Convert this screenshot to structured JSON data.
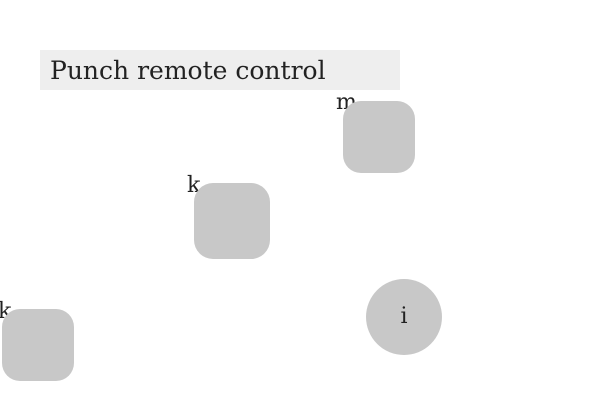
{
  "title": "Punch remote control",
  "keys": [
    {
      "label": "m",
      "shape": "rounded-square",
      "color": "#c8c8c8"
    },
    {
      "label": "k",
      "shape": "rounded-square",
      "color": "#c8c8c8"
    },
    {
      "label": "k",
      "shape": "rounded-square",
      "color": "#c8c8c8"
    },
    {
      "label": "i",
      "shape": "circle",
      "color": "#c8c8c8"
    }
  ],
  "colors": {
    "title_bar": "#eeeeee",
    "key": "#c8c8c8",
    "text": "#222222",
    "background": "#ffffff"
  }
}
